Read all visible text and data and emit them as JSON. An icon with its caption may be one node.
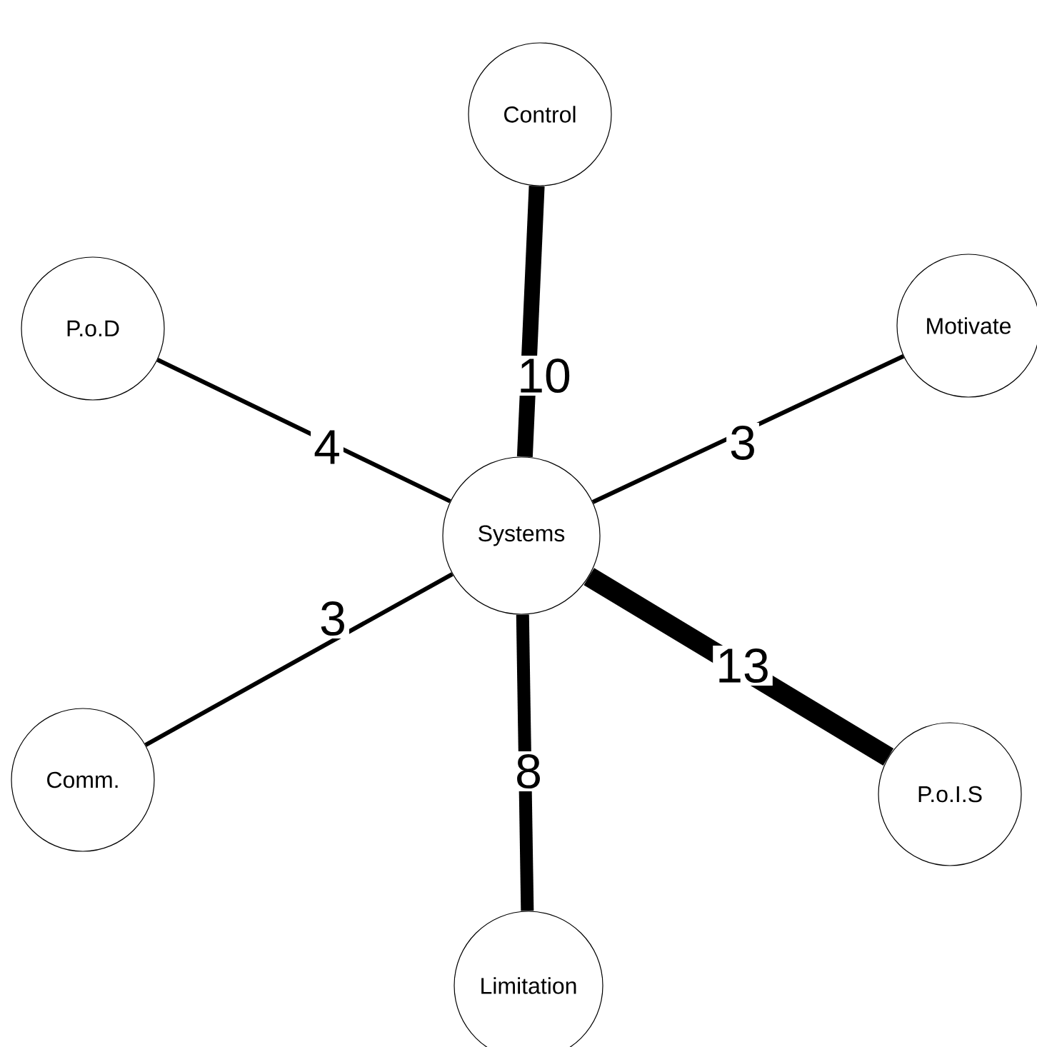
{
  "diagram": {
    "nodes": [
      {
        "text": [
          "Control"
        ]
      },
      {
        "text": [
          "P.o.D"
        ]
      },
      {
        "text": [
          "Motivate"
        ]
      },
      {
        "text": [
          "Systems"
        ]
      },
      {
        "text": [
          "Comm."
        ]
      },
      {
        "text": [
          "P.o.I.S"
        ]
      },
      {
        "text": [
          "Limitation"
        ]
      }
    ],
    "edges": [
      {
        "from": 3,
        "to": 0,
        "arrow": "none",
        "label": "10",
        "style": "thick"
      },
      {
        "from": 3,
        "to": 1,
        "arrow": "none",
        "label": "4"
      },
      {
        "from": 3,
        "to": 2,
        "arrow": "none",
        "label": "3"
      },
      {
        "from": 3,
        "to": 4,
        "arrow": "none",
        "label": "3"
      },
      {
        "from": 3,
        "to": 5,
        "arrow": "none",
        "label": "13",
        "style": "thick"
      },
      {
        "from": 3,
        "to": 6,
        "arrow": "none",
        "label": "8",
        "style": "thick"
      }
    ]
  }
}
